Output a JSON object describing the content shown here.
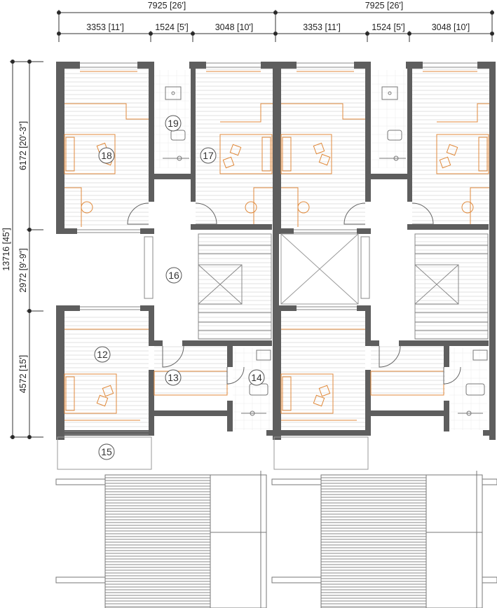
{
  "dimensions": {
    "top_total": [
      "7925 [26']",
      "7925 [26']"
    ],
    "top_sub": [
      "3353 [11']",
      "1524 [5']",
      "3048 [10']",
      "3353 [11']",
      "1524 [5']",
      "3048 [10']"
    ],
    "left_total": "13716 [45']",
    "left_sub": [
      "6172 [20'-3\"]",
      "2972 [9'-9\"]",
      "4572 [15']"
    ]
  },
  "room_labels": [
    "18",
    "19",
    "17",
    "16",
    "12",
    "13",
    "14",
    "15"
  ],
  "colors": {
    "wall": "#5e5e5e",
    "furniture": "#e08a3c",
    "line": "#888888",
    "hatch": "#d6d6d6"
  }
}
